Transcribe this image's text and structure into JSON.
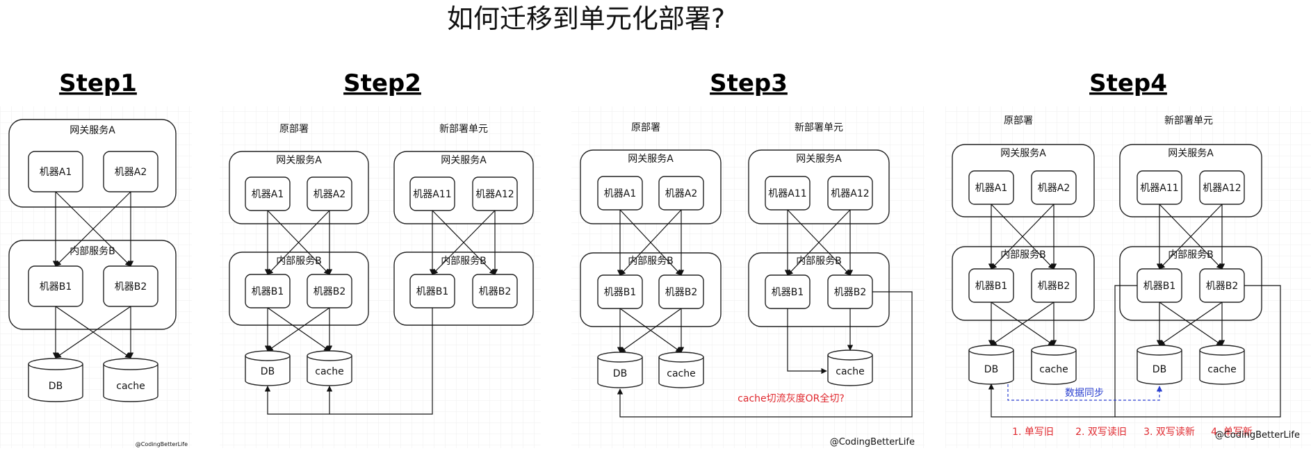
{
  "title": "如何迁移到单元化部署?",
  "steps": [
    "Step1",
    "Step2",
    "Step3",
    "Step4"
  ],
  "labels": {
    "gateway": "网关服务A",
    "internal": "内部服务B",
    "a1": "机器A1",
    "a2": "机器A2",
    "a11": "机器A11",
    "a12": "机器A12",
    "b1": "机器B1",
    "b2": "机器B2",
    "db": "DB",
    "cache": "cache",
    "orig": "原部署",
    "newunit": "新部署单元"
  },
  "step3_note": "cache切流灰度OR全切?",
  "step4_sync": "数据同步",
  "step4_phases": [
    "1. 单写旧",
    "2. 双写读旧",
    "3. 双写读新",
    "4. 单写新"
  ],
  "watermark": "@CodingBetterLife",
  "colors": {
    "red": "#e0282e",
    "blue": "#2a3fd0"
  }
}
